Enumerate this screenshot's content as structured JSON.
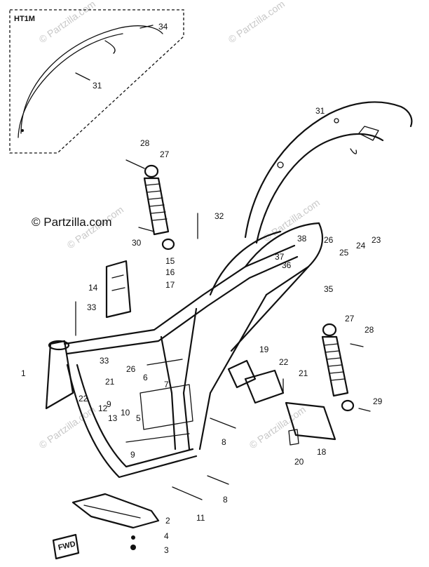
{
  "inset": {
    "label": "HT1M"
  },
  "watermark": "© Partzilla.com",
  "fwd_badge": "FWD",
  "callouts": [
    {
      "id": "c34",
      "text": "34"
    },
    {
      "id": "c31a",
      "text": "31"
    },
    {
      "id": "c31b",
      "text": "31"
    },
    {
      "id": "c28a",
      "text": "28"
    },
    {
      "id": "c27a",
      "text": "27"
    },
    {
      "id": "c32",
      "text": "32"
    },
    {
      "id": "c30",
      "text": "30"
    },
    {
      "id": "c15",
      "text": "15"
    },
    {
      "id": "c16",
      "text": "16"
    },
    {
      "id": "c17",
      "text": "17"
    },
    {
      "id": "c14",
      "text": "14"
    },
    {
      "id": "c33a",
      "text": "33"
    },
    {
      "id": "c23",
      "text": "23"
    },
    {
      "id": "c24",
      "text": "24"
    },
    {
      "id": "c25",
      "text": "25"
    },
    {
      "id": "c26",
      "text": "26"
    },
    {
      "id": "c38",
      "text": "38"
    },
    {
      "id": "c37",
      "text": "37"
    },
    {
      "id": "c36",
      "text": "36"
    },
    {
      "id": "c35",
      "text": "35"
    },
    {
      "id": "c27b",
      "text": "27"
    },
    {
      "id": "c28b",
      "text": "28"
    },
    {
      "id": "c1",
      "text": "1"
    },
    {
      "id": "c33b",
      "text": "33"
    },
    {
      "id": "c26b",
      "text": "26"
    },
    {
      "id": "c6",
      "text": "6"
    },
    {
      "id": "c7",
      "text": "7"
    },
    {
      "id": "c21a",
      "text": "21"
    },
    {
      "id": "c9a",
      "text": "9"
    },
    {
      "id": "c10",
      "text": "10"
    },
    {
      "id": "c22a",
      "text": "22"
    },
    {
      "id": "c12",
      "text": "12"
    },
    {
      "id": "c13",
      "text": "13"
    },
    {
      "id": "c5",
      "text": "5"
    },
    {
      "id": "c19",
      "text": "19"
    },
    {
      "id": "c22b",
      "text": "22"
    },
    {
      "id": "c21b",
      "text": "21"
    },
    {
      "id": "c29",
      "text": "29"
    },
    {
      "id": "c8a",
      "text": "8"
    },
    {
      "id": "c18",
      "text": "18"
    },
    {
      "id": "c20",
      "text": "20"
    },
    {
      "id": "c9b",
      "text": "9"
    },
    {
      "id": "c8b",
      "text": "8"
    },
    {
      "id": "c11",
      "text": "11"
    },
    {
      "id": "c2",
      "text": "2"
    },
    {
      "id": "c4",
      "text": "4"
    },
    {
      "id": "c3",
      "text": "3"
    }
  ]
}
